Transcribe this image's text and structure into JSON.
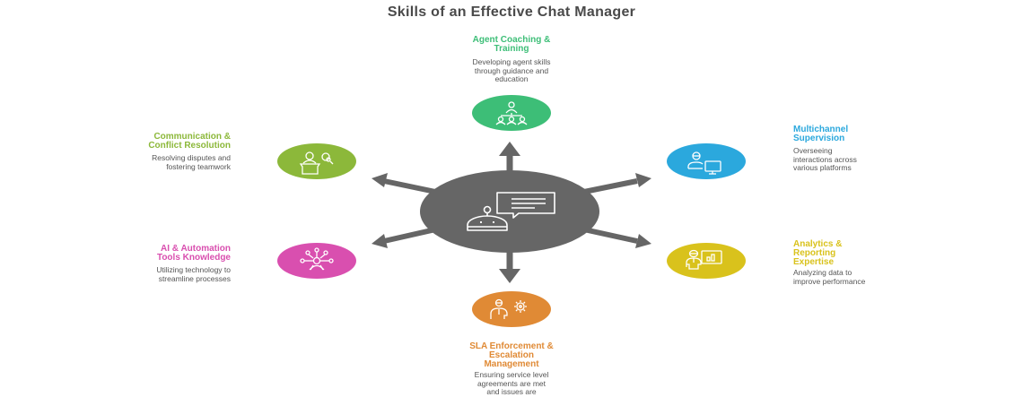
{
  "title": "Skills of an Effective Chat Manager",
  "center": {
    "icon": "chatbot-icon",
    "color": "#666666"
  },
  "skills": [
    {
      "id": "coaching",
      "title": "Agent Coaching & Training",
      "title_lines": [
        "Agent Coaching &",
        "Training"
      ],
      "desc_lines": [
        "Developing agent skills",
        "through guidance and",
        "education"
      ],
      "color": "#3DBE77",
      "icon": "hierarchy-team-icon"
    },
    {
      "id": "communication",
      "title": "Communication & Conflict Resolution",
      "title_lines": [
        "Communication &",
        "Conflict Resolution"
      ],
      "desc_lines": [
        "Resolving disputes and",
        "fostering teamwork"
      ],
      "color": "#8CB83A",
      "icon": "mediation-icon"
    },
    {
      "id": "multichannel",
      "title": "Multichannel Supervision",
      "title_lines": [
        "Multichannel",
        "Supervision"
      ],
      "desc_lines": [
        "Overseeing",
        "interactions across",
        "various platforms"
      ],
      "color": "#2BA8DD",
      "icon": "user-monitor-icon"
    },
    {
      "id": "ai",
      "title": "AI & Automation Tools Knowledge",
      "title_lines": [
        "AI & Automation",
        "Tools Knowledge"
      ],
      "desc_lines": [
        "Utilizing technology to",
        "streamline processes"
      ],
      "color": "#D94FAF",
      "icon": "ai-network-user-icon"
    },
    {
      "id": "analytics",
      "title": "Analytics & Reporting Expertise",
      "title_lines": [
        "Analytics &",
        "Reporting",
        "Expertise"
      ],
      "desc_lines": [
        "Analyzing data to",
        "improve performance"
      ],
      "color": "#D9C21C",
      "icon": "user-chart-icon"
    },
    {
      "id": "sla",
      "title": "SLA Enforcement & Escalation Management",
      "title_lines": [
        "SLA Enforcement &",
        "Escalation",
        "Management"
      ],
      "desc_lines": [
        "Ensuring service level",
        "agreements are met",
        "and issues are"
      ],
      "color": "#E08A35",
      "icon": "user-gear-icon"
    }
  ]
}
